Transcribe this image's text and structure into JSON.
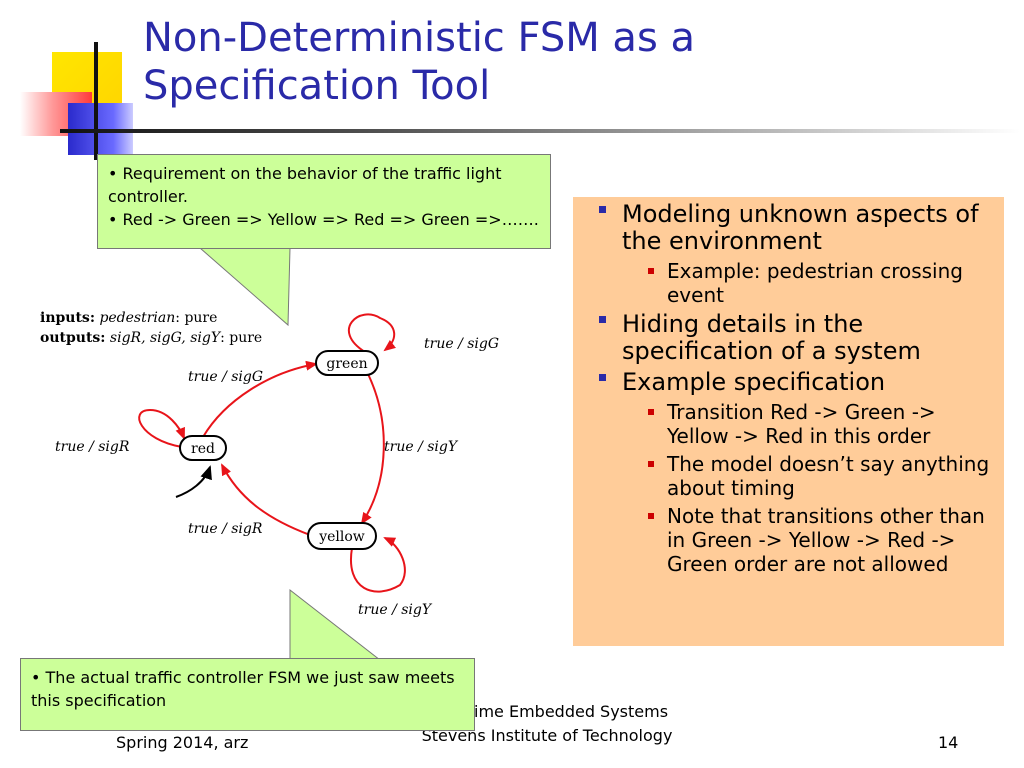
{
  "slide": {
    "title_line1": "Non-Deterministic FSM as a",
    "title_line2": "Specification Tool"
  },
  "callout_top": {
    "line1": "• Requirement on the behavior of the traffic light controller.",
    "line2": "• Red -> Green => Yellow => Red => Green =>……."
  },
  "callout_bottom": {
    "text": "• The actual traffic controller FSM we just saw meets this specification"
  },
  "fsm": {
    "inputs_label": "inputs:",
    "inputs_value": "pedestrian",
    "inputs_type": ": pure",
    "outputs_label": "outputs:",
    "outputs_value": "sigR, sigG, sigY",
    "outputs_type": ": pure",
    "states": {
      "green": "green",
      "red": "red",
      "yellow": "yellow"
    },
    "transitions": {
      "green_self": "true / sigG",
      "red_to_green": "true / sigG",
      "green_to_yellow": "true / sigY",
      "red_self": "true / sigR",
      "yellow_to_red": "true / sigR",
      "yellow_self": "true / sigY"
    },
    "colors": {
      "edge": "#e8141a",
      "initial": "#000000"
    }
  },
  "bullets": [
    {
      "text": "Modeling unknown aspects of the environment",
      "sub": [
        "Example: pedestrian crossing event"
      ]
    },
    {
      "text": "Hiding details in the specification of a system",
      "sub": []
    },
    {
      "text": "Example specification",
      "sub": [
        "Transition Red -> Green -> Yellow -> Red in this order",
        "The model doesn’t say anything about timing",
        "Note that transitions other than in Green -> Yellow -> Red -> Green order are not allowed"
      ]
    }
  ],
  "footer": {
    "left": "Spring 2014, arz",
    "center_line1": "Real-Time Embedded Systems",
    "center_line2": "Stevens Institute of Technology",
    "page": "14"
  },
  "theme": {
    "title_color": "#2a2aa8",
    "callout_bg": "#ccff99",
    "panel_bg": "#ffcc99",
    "bullet_l1": "#2a2aa8",
    "bullet_l2": "#cc0000"
  }
}
